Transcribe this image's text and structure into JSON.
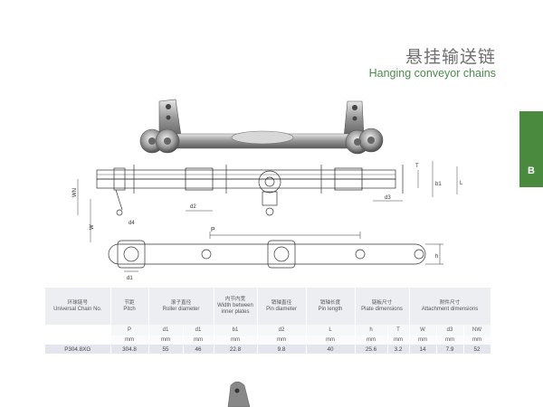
{
  "header": {
    "title_zh": "悬挂输送链",
    "title_en": "Hanging conveyor chains"
  },
  "side_tab": {
    "letter": "B"
  },
  "drawing_labels": {
    "T": "T",
    "b1": "b1",
    "L": "L",
    "WN": "WN",
    "W": "W",
    "d4": "d4",
    "d2": "d2",
    "d3": "d3",
    "P": "P",
    "h": "h",
    "d1": "d1"
  },
  "table": {
    "headers": [
      {
        "zh": "环球链号",
        "en": "Universal Chain No."
      },
      {
        "zh": "节距",
        "en": "Pitch"
      },
      {
        "zh": "滚子直径",
        "en": "Roller diameter"
      },
      {
        "zh": "内节内宽",
        "en": "Width between inner plates"
      },
      {
        "zh": "销轴直径",
        "en": "Pin diameter"
      },
      {
        "zh": "销轴长度",
        "en": "Pin length"
      },
      {
        "zh": "链板尺寸",
        "en": "Plate dimensions"
      },
      {
        "zh": "附件尺寸",
        "en": "Attachment dimensions"
      }
    ],
    "symbols": [
      "P",
      "d1",
      "d1",
      "b1",
      "d2",
      "L",
      "h",
      "T",
      "W",
      "d3",
      "NW"
    ],
    "units": [
      "mm",
      "mm",
      "mm",
      "mm",
      "mm",
      "mm",
      "mm",
      "mm",
      "mm",
      "mm",
      "mm"
    ],
    "rows": [
      {
        "chain_no": "P304.8XG",
        "values": [
          "304.8",
          "55",
          "46",
          "22.8",
          "9.8",
          "40",
          "25.6",
          "3.2",
          "14",
          "7.9",
          "52"
        ]
      }
    ]
  }
}
